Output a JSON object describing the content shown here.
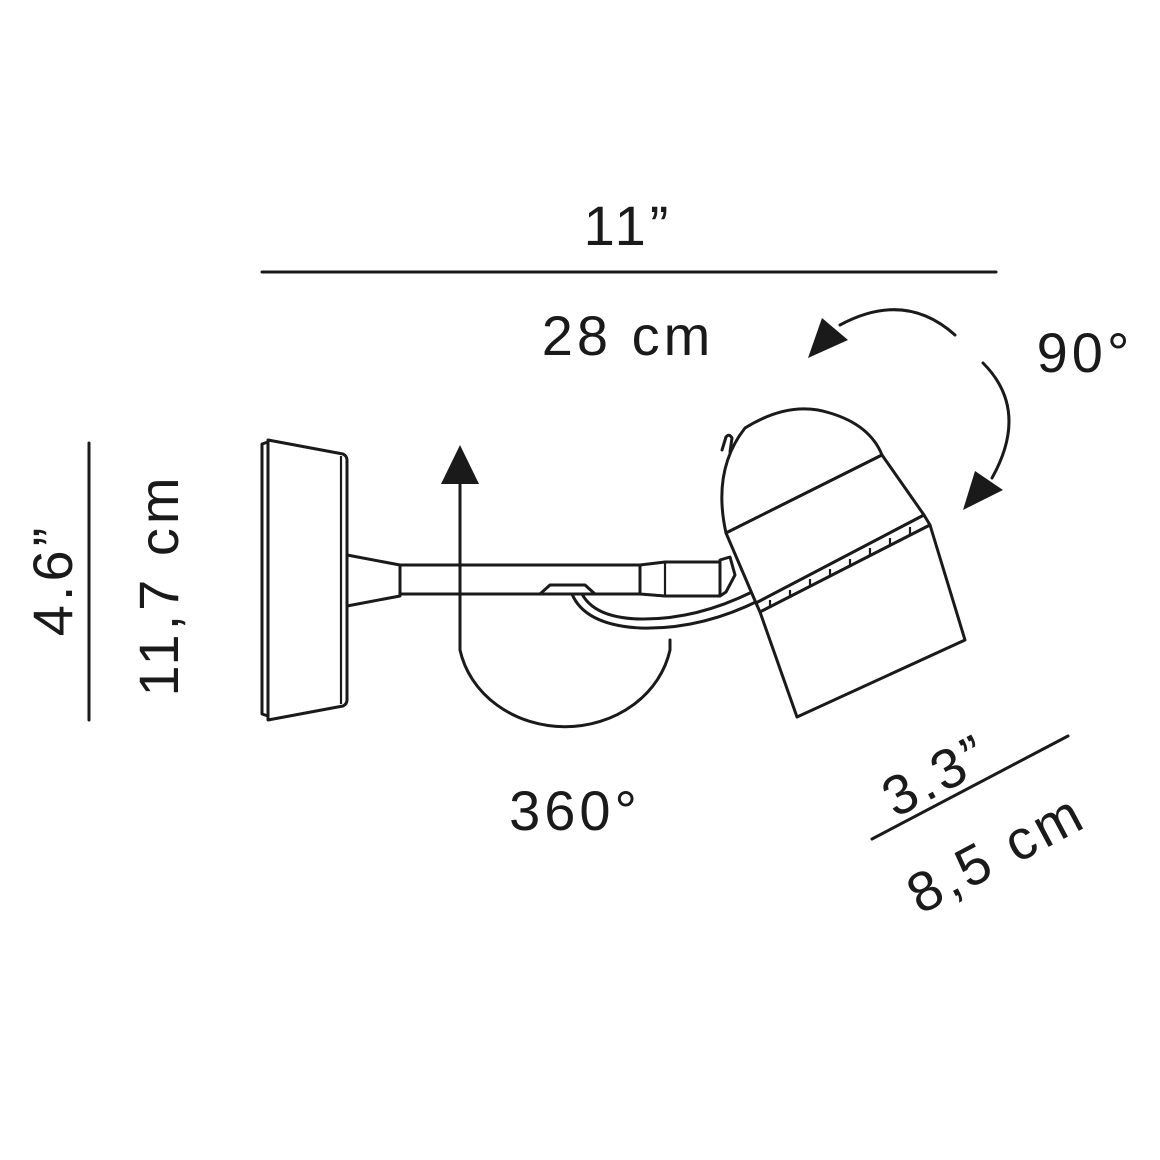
{
  "diagram": {
    "type": "product dimension drawing",
    "subject": "wall lamp with adjustable arm and tilting shade",
    "colors": {
      "line": "#1a1a1a",
      "background": "#ffffff"
    },
    "dimensions": {
      "width": {
        "imperial": "11”",
        "metric": "28 cm"
      },
      "height": {
        "imperial": "4.6”",
        "metric": "11,7 cm"
      },
      "shade_diameter": {
        "imperial": "3.3”",
        "metric": "8,5 cm"
      }
    },
    "rotations": {
      "shade_tilt": "90°",
      "arm_rotation": "360°"
    }
  }
}
